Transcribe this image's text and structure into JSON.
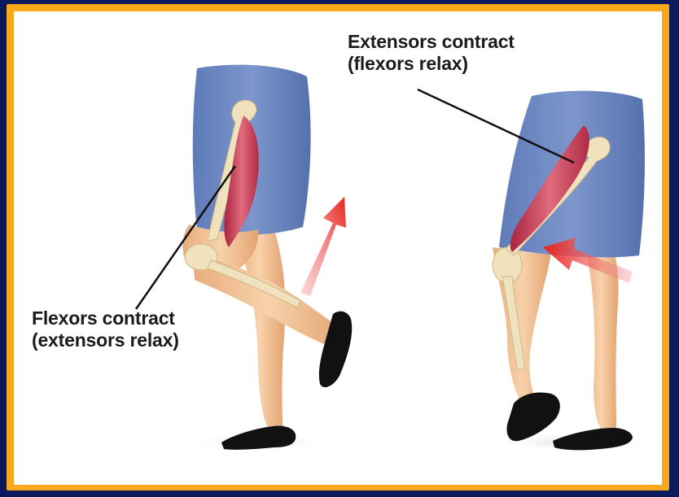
{
  "labels": {
    "extensors": {
      "line1": "Extensors contract",
      "line2": "(flexors relax)"
    },
    "flexors": {
      "line1": "Flexors contract",
      "line2": "(extensors relax)"
    }
  },
  "colors": {
    "background": "#0a1a5c",
    "frame": "#f7a81b",
    "skirt": "#6b86c2",
    "skin": "#f2c497",
    "bone": "#efe2bd",
    "muscle": "#c73a52",
    "arrow": "#e8302b",
    "shoe": "#111111"
  }
}
